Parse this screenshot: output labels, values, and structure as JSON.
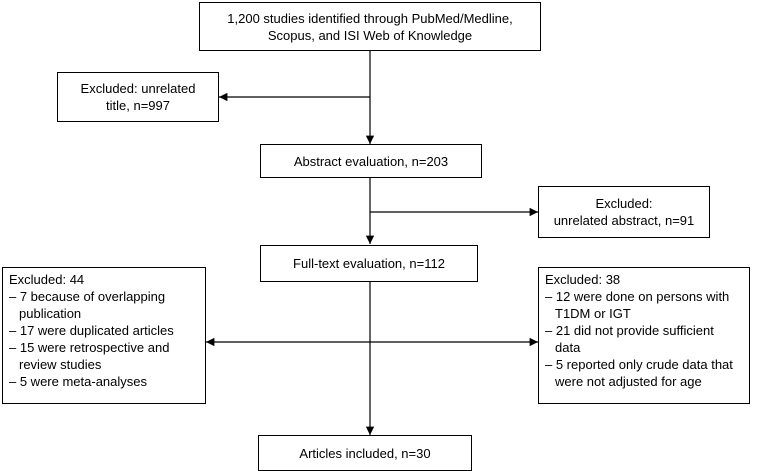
{
  "boxes": {
    "identified": [
      "1,200 studies identified through PubMed/Medline,",
      "Scopus, and ISI Web of Knowledge"
    ],
    "excluded_title": [
      "Excluded: unrelated",
      "title, n=997"
    ],
    "abstract_eval": "Abstract evaluation, n=203",
    "excluded_abstract": [
      "Excluded:",
      "unrelated abstract, n=91"
    ],
    "fulltext_eval": "Full-text evaluation, n=112",
    "excluded_left": {
      "heading": "Excluded: 44",
      "items": [
        [
          "– 7 because of overlapping",
          "publication"
        ],
        [
          "– 17 were duplicated articles"
        ],
        [
          "– 15 were retrospective and",
          "review studies"
        ],
        [
          "– 5 were meta-analyses"
        ]
      ]
    },
    "excluded_right": {
      "heading": "Excluded: 38",
      "items": [
        [
          "– 12 were done on persons with",
          "T1DM or IGT"
        ],
        [
          "– 21 did not provide sufficient",
          "data"
        ],
        [
          "– 5 reported only crude data that",
          "were not adjusted for age"
        ]
      ]
    },
    "included": "Articles included, n=30"
  }
}
